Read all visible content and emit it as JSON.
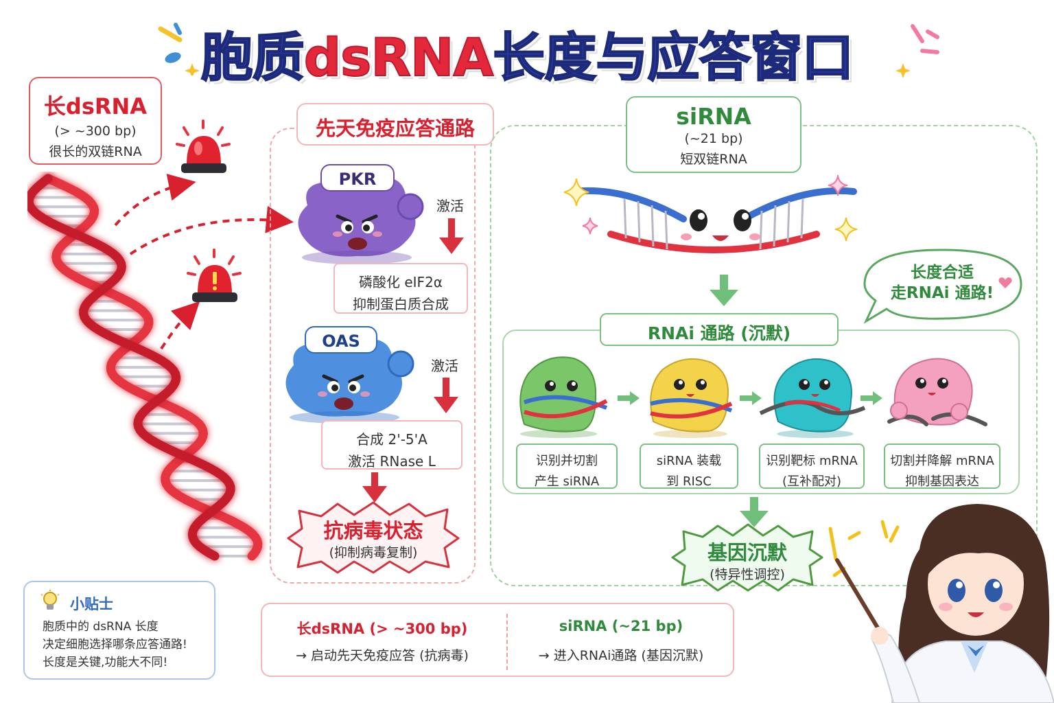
{
  "title": {
    "part1": "胞质",
    "part2": "dsRNA",
    "part3": "长度与应答窗口"
  },
  "long_dsrna": {
    "name": "长dsRNA",
    "size": "(> ~300 bp)",
    "desc": "很长的双链RNA"
  },
  "innate": {
    "header": "先天免疫应答通路",
    "pkr": {
      "label": "PKR",
      "activate": "激活",
      "line1": "磷酸化 eIF2α",
      "line2": "抑制蛋白质合成"
    },
    "oas": {
      "label": "OAS",
      "activate": "激活",
      "line1": "合成 2'-5'A",
      "line2": "激活 RNase L"
    },
    "result": {
      "title": "抗病毒状态",
      "sub": "(抑制病毒复制)"
    }
  },
  "sirna": {
    "name": "siRNA",
    "size": "(~21 bp)",
    "desc": "短双链RNA"
  },
  "speech": {
    "line1": "长度合适",
    "line2": "走RNAi 通路!"
  },
  "rnai": {
    "header": "RNAi 通路 (沉默)",
    "steps": [
      {
        "line1": "识别并切割",
        "line2": "产生 siRNA"
      },
      {
        "line1": "siRNA 装载",
        "line2": "到 RISC"
      },
      {
        "line1": "识别靶标 mRNA",
        "line2": "(互补配对)"
      },
      {
        "line1": "切割并降解 mRNA",
        "line2": "抑制基因表达"
      }
    ],
    "result": {
      "title": "基因沉默",
      "sub": "(特异性调控)"
    }
  },
  "tip": {
    "title": "小贴士",
    "line1": "胞质中的 dsRNA 长度",
    "line2": "决定细胞选择哪条应答通路!",
    "line3": "长度是关键,功能大不同!"
  },
  "summary": {
    "left_title": "长dsRNA (> ~300 bp)",
    "left_desc": "→ 启动先天免疫应答 (抗病毒)",
    "right_title": "siRNA (~21 bp)",
    "right_desc": "→ 进入RNAi通路 (基因沉默)"
  },
  "colors": {
    "red": "#d8202f",
    "green": "#2f8a3c",
    "navy": "#2a3a9e",
    "purple": "#8e6ad0",
    "blue": "#5b9be3"
  },
  "icons": [
    "alarm-light-icon",
    "dna-helix-icon",
    "lightbulb-icon",
    "sparkle-icon",
    "heart-icon"
  ]
}
